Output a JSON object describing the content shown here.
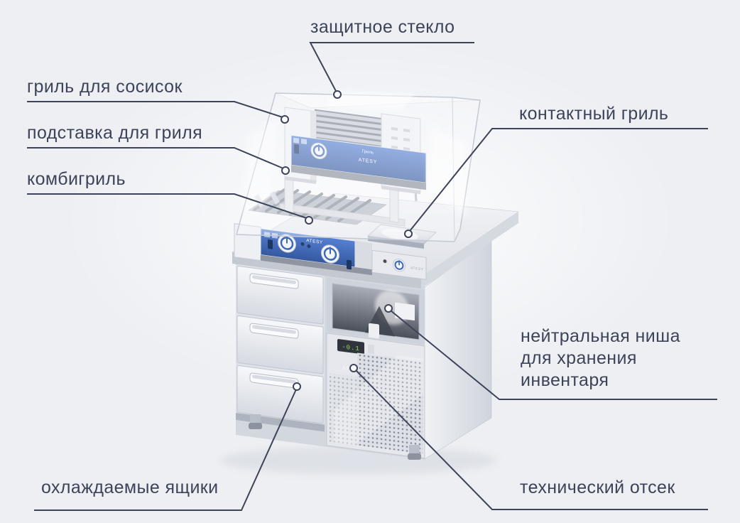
{
  "page": {
    "background_color": "#edeff3",
    "label_color": "#3d4459",
    "leader_line_color": "#3d4459",
    "accent_blue": "#3e68b8"
  },
  "labels": {
    "protective_glass": "защитное стекло",
    "sausage_grill": "гриль для сосисок",
    "grill_stand": "подставка для гриля",
    "combi_grill": "комбигриль",
    "contact_grill": "контактный гриль",
    "neutral_niche_line1": "нейтральная ниша",
    "neutral_niche_line2": "для хранения",
    "neutral_niche_line3": "инвентаря",
    "cooled_drawers": "охлаждаемые ящики",
    "technical_compartment": "технический отсек"
  },
  "machine": {
    "top_grill_caption": "Гриль",
    "top_grill_brand": "ATESY",
    "combi_grill_brand": "ATESY",
    "contact_grill_brand": "ATESY",
    "fridge_brand": "ATESY",
    "fridge_display_value": "-0.1"
  }
}
